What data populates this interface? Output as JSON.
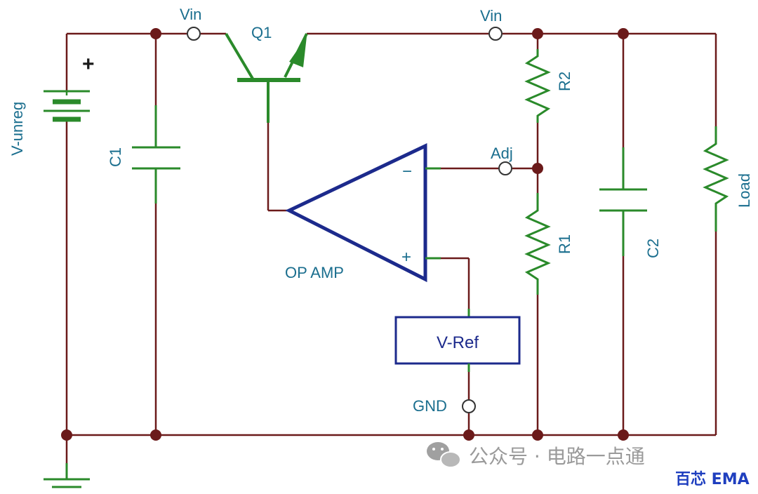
{
  "colors": {
    "wire": "#6b1a1a",
    "component": "#2a8a2a",
    "opamp": "#1c2a8c",
    "label": "#1a6e8e",
    "watermark": "#9a9a9a",
    "brand": "#1f3fbf"
  },
  "labels": {
    "vin_left": "Vin",
    "vin_right": "Vin",
    "q1": "Q1",
    "r2": "R2",
    "r1": "R1",
    "c1": "C1",
    "c2": "C2",
    "load": "Load",
    "v_unreg": "V-unreg",
    "battery_plus": "+",
    "adj": "Adj",
    "opamp": "OP AMP",
    "opamp_minus": "−",
    "opamp_plus": "+",
    "vref": "V-Ref",
    "gnd": "GND"
  },
  "watermark": {
    "text": "公众号 · 电路一点通",
    "brand": "百芯 EMA"
  }
}
